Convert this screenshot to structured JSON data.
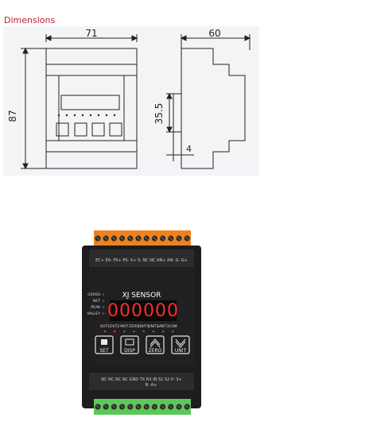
{
  "section": {
    "heading": "Dimensions"
  },
  "drawing": {
    "front": {
      "width_label": "71",
      "height_label": "87"
    },
    "side": {
      "depth_label": "60",
      "rail_label": "35.5",
      "offset_label": "4"
    }
  },
  "device": {
    "brand": "XJ SENSOR",
    "display_value": "000000",
    "top_terminals": "EC+ EA- PS+ PS- S+ S- NC NC AN+ AN- G- G+",
    "bottom_terminals": "NC NC NC NC GND TX RX IN S1 S2 P- 3+",
    "bottom_terminals_sub": "B- A+",
    "status_labels": [
      "GROSS",
      "NET",
      "PEAK",
      "VALLEY"
    ],
    "indicator_labels": [
      "OUT1",
      "OUT2",
      "MOT",
      "ZERO",
      "UNIT1",
      "UNIT2",
      "UNIT3",
      "COM"
    ],
    "buttons": [
      "SET",
      "DISP",
      "ZERO",
      "UNIT"
    ],
    "colors": {
      "terminal_top": "#f0821e",
      "terminal_bottom": "#5cc85a",
      "led": "#ff2a2a",
      "body": "#1d1d1f"
    }
  }
}
